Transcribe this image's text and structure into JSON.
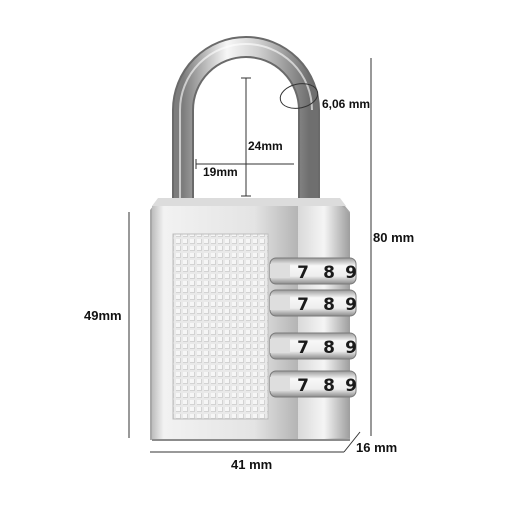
{
  "dimensions": {
    "shackle_wire": "6,06 mm",
    "shackle_height": "24mm",
    "shackle_width": "19mm",
    "total_height": "80 mm",
    "body_height": "49mm",
    "depth": "16 mm",
    "body_width": "41 mm"
  },
  "dials": [
    {
      "digits": [
        "7",
        "8",
        "9"
      ]
    },
    {
      "digits": [
        "7",
        "8",
        "9"
      ]
    },
    {
      "digits": [
        "7",
        "8",
        "9"
      ]
    },
    {
      "digits": [
        "7",
        "8",
        "9"
      ]
    }
  ],
  "colors": {
    "metal_light": "#f4f4f4",
    "metal_mid": "#c9c9c9",
    "metal_dark": "#8e8e8e",
    "text": "#111111"
  }
}
